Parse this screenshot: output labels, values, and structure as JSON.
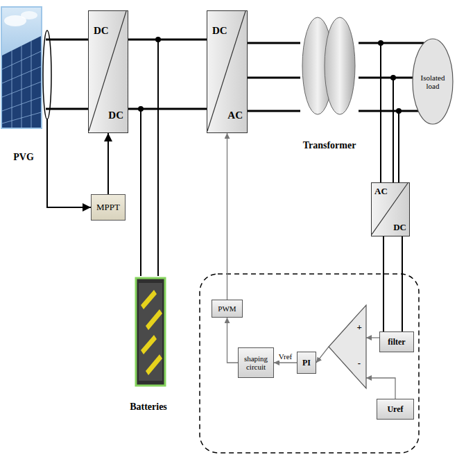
{
  "diagram": {
    "nodes": [
      {
        "text": [
          "PVG"
        ]
      },
      {
        "text": [
          "DC",
          "DC"
        ]
      },
      {
        "text": [
          "MPPT"
        ]
      },
      {
        "text": [
          "Batteries"
        ]
      },
      {
        "text": [
          "DC",
          "AC"
        ]
      },
      {
        "text": [
          "Transformer"
        ]
      },
      {
        "text": [
          "Isolated load"
        ]
      },
      {
        "text": [
          "AC",
          "DC"
        ]
      },
      {
        "text": [
          "PWM"
        ]
      },
      {
        "text": [
          "shaping circuit"
        ]
      },
      {
        "text": [
          "PI"
        ]
      },
      {
        "text": [
          "+",
          "-"
        ]
      },
      {
        "text": [
          "filter"
        ]
      },
      {
        "text": [
          "Uref"
        ]
      }
    ],
    "edges": [
      {
        "from": 0,
        "to": 1,
        "arrow": "none"
      },
      {
        "from": 0,
        "to": 2,
        "arrow": "to"
      },
      {
        "from": 2,
        "to": 1,
        "arrow": "to"
      },
      {
        "from": 1,
        "to": 4,
        "arrow": "none"
      },
      {
        "from": 1,
        "to": 3,
        "arrow": "none"
      },
      {
        "from": 4,
        "to": 5,
        "arrow": "none"
      },
      {
        "from": 5,
        "to": 6,
        "arrow": "none"
      },
      {
        "from": 5,
        "to": 7,
        "arrow": "none"
      },
      {
        "from": 7,
        "to": 12,
        "arrow": "none"
      },
      {
        "from": 12,
        "to": 11,
        "arrow": "to"
      },
      {
        "from": 13,
        "to": 11,
        "arrow": "to"
      },
      {
        "from": 11,
        "to": 10,
        "arrow": "to"
      },
      {
        "from": 10,
        "to": 9,
        "label": "Vref",
        "arrow": "to"
      },
      {
        "from": 9,
        "to": 8,
        "arrow": "to"
      },
      {
        "from": 8,
        "to": 4,
        "arrow": "to"
      }
    ]
  }
}
